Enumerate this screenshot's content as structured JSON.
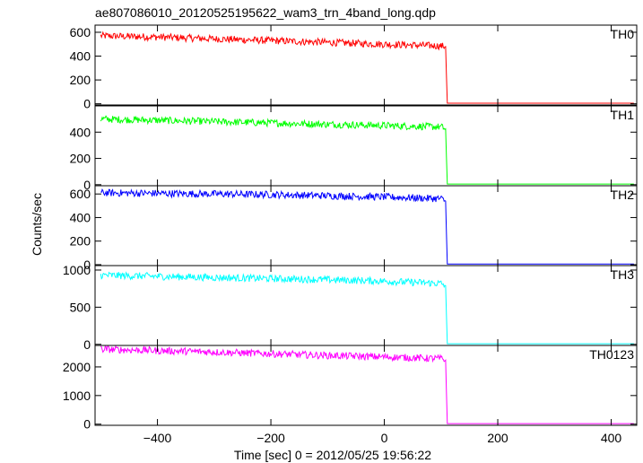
{
  "chart_data": {
    "type": "line",
    "title": "ae807086010_20120525195622_wam3_trn_4band_long.qdp",
    "xlabel": "Time [sec] 0 = 2012/05/25 19:56:22",
    "ylabel": "Counts/sec",
    "xlim": [
      -510,
      445
    ],
    "x_ticks": [
      -400,
      -200,
      0,
      200,
      400
    ],
    "x_tick_labels": [
      "−400",
      "−200",
      "0",
      "200",
      "400"
    ],
    "grid": false,
    "legend": "none",
    "panels": [
      {
        "name": "TH0",
        "color": "#ff0000",
        "ylim": [
          -10,
          660
        ],
        "y_ticks": [
          0,
          200,
          400,
          600
        ],
        "y_tick_labels": [
          "0",
          "200",
          "400",
          "600"
        ],
        "x": [
          -500,
          -400,
          -300,
          -200,
          -100,
          0,
          100,
          108,
          111,
          114,
          440
        ],
        "values": [
          570,
          560,
          545,
          530,
          515,
          500,
          485,
          480,
          5,
          5,
          5
        ]
      },
      {
        "name": "TH1",
        "color": "#00ff00",
        "ylim": [
          -8,
          600
        ],
        "y_ticks": [
          0,
          200,
          400
        ],
        "y_tick_labels": [
          "0",
          "200",
          "400"
        ],
        "x": [
          -500,
          -400,
          -300,
          -200,
          -100,
          0,
          100,
          108,
          111,
          114,
          440
        ],
        "values": [
          500,
          490,
          480,
          470,
          460,
          450,
          440,
          425,
          5,
          5,
          5
        ]
      },
      {
        "name": "TH2",
        "color": "#0000ff",
        "ylim": [
          -8,
          670
        ],
        "y_ticks": [
          0,
          200,
          400,
          600
        ],
        "y_tick_labels": [
          "0",
          "200",
          "400",
          "600"
        ],
        "x": [
          -500,
          -400,
          -300,
          -200,
          -100,
          0,
          100,
          108,
          111,
          114,
          440
        ],
        "values": [
          610,
          605,
          600,
          595,
          585,
          575,
          560,
          540,
          5,
          5,
          5
        ]
      },
      {
        "name": "TH3",
        "color": "#00ffff",
        "ylim": [
          -15,
          1060
        ],
        "y_ticks": [
          0,
          500,
          1000
        ],
        "y_tick_labels": [
          "0",
          "500",
          "1000"
        ],
        "x": [
          -500,
          -400,
          -300,
          -200,
          -100,
          0,
          100,
          108,
          111,
          114,
          440
        ],
        "values": [
          930,
          915,
          900,
          885,
          870,
          850,
          820,
          790,
          8,
          8,
          8
        ]
      },
      {
        "name": "TH0123",
        "color": "#ff00ff",
        "ylim": [
          -40,
          2750
        ],
        "y_ticks": [
          0,
          1000,
          2000
        ],
        "y_tick_labels": [
          "0",
          "1000",
          "2000"
        ],
        "x": [
          -500,
          -400,
          -300,
          -200,
          -100,
          0,
          100,
          108,
          111,
          114,
          440
        ],
        "values": [
          2620,
          2570,
          2520,
          2460,
          2400,
          2350,
          2290,
          2240,
          20,
          20,
          20
        ]
      }
    ]
  }
}
